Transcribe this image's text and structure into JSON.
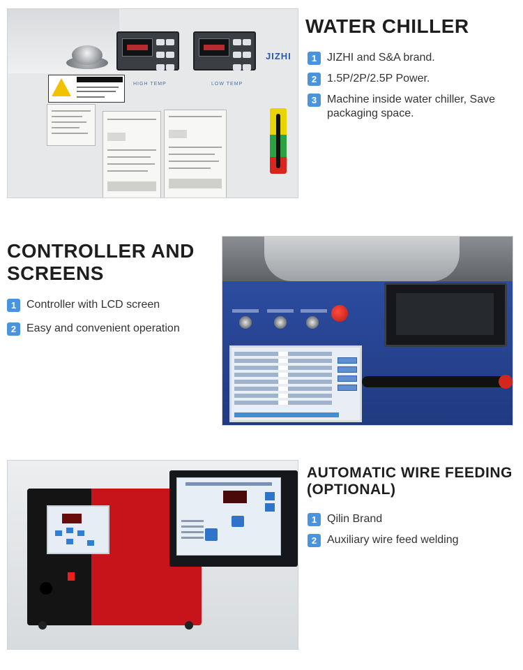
{
  "sections": [
    {
      "title": "WATER CHILLER",
      "features": [
        {
          "num": "1",
          "text": "JIZHI and S&A brand."
        },
        {
          "num": "2",
          "text": "1.5P/2P/2.5P Power."
        },
        {
          "num": "3",
          "text": "Machine inside water chiller, Save packaging space."
        }
      ],
      "photo": {
        "brand_mark": "JIZHI",
        "labels": [
          "HIGH TEMP",
          "LOW TEMP"
        ]
      }
    },
    {
      "title": "CONTROLLER AND SCREENS",
      "features": [
        {
          "num": "1",
          "text": "Controller with LCD screen"
        },
        {
          "num": "2",
          "text": "Easy and convenient operation"
        }
      ]
    },
    {
      "title": "AUTOMATIC WIRE FEEDING (OPTIONAL)",
      "features": [
        {
          "num": "1",
          "text": "Qilin Brand"
        },
        {
          "num": "2",
          "text": "Auxiliary wire feed welding"
        }
      ]
    }
  ],
  "colors": {
    "badge": "#4a94de",
    "heading": "#1e1e1e",
    "body_text": "#333333"
  }
}
